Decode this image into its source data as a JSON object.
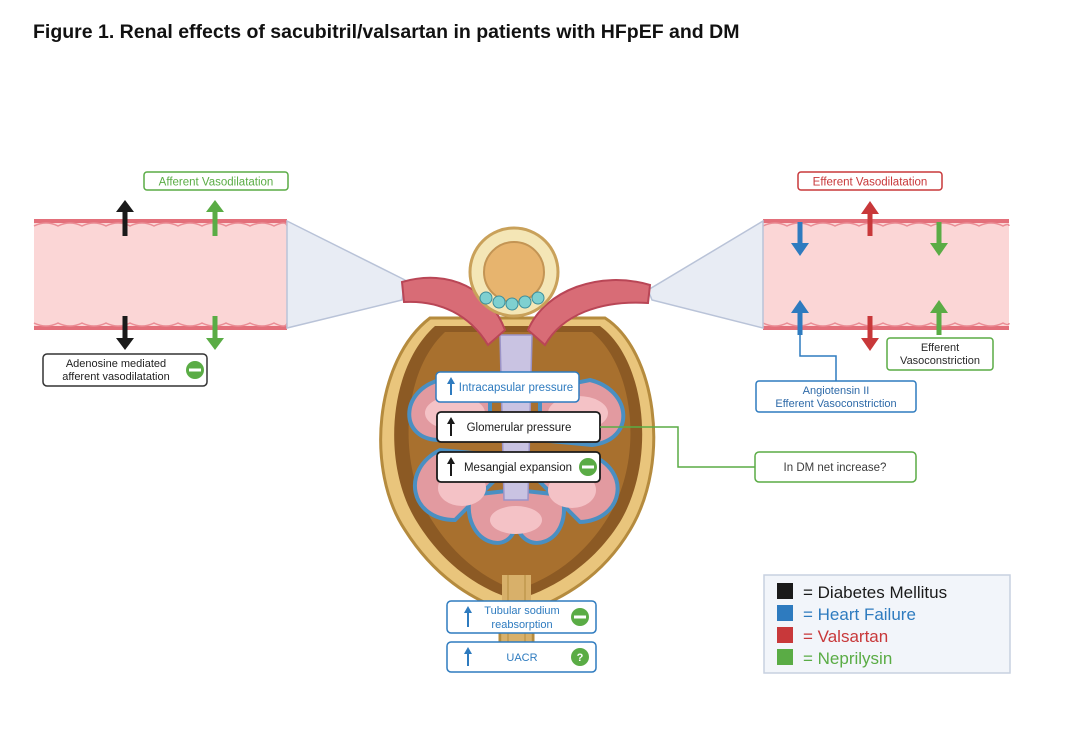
{
  "title": "Figure 1. Renal effects of sacubitril/valsartan in patients with HFpEF and DM",
  "labels": {
    "afferent_vasodilatation": "Afferent Vasodilatation",
    "efferent_vasodilatation": "Efferent Vasodilatation",
    "adenosine_line1": "Adenosine mediated",
    "adenosine_line2": "afferent vasodilatation",
    "efferent_vaso_line1": "Efferent",
    "efferent_vaso_line2": "Vasoconstriction",
    "angiotensin_line1": "Angiotensin II",
    "angiotensin_line2": "Efferent Vasoconstriction",
    "intracapsular": "Intracapsular pressure",
    "glomerular": "Glomerular pressure",
    "mesangial": "Mesangial expansion",
    "dm_net": "In DM net increase?",
    "tubular_line1": "Tubular sodium",
    "tubular_line2": "reabsorption",
    "uacr": "UACR",
    "question_mark": "?"
  },
  "legend": [
    {
      "label": "= Diabetes Mellitus",
      "color": "#1a1a1a"
    },
    {
      "label": "= Heart Failure",
      "color": "#2e7bbf"
    },
    {
      "label": "= Valsartan",
      "color": "#c8383a"
    },
    {
      "label": "= Neprilysin",
      "color": "#5aac45"
    }
  ],
  "colors": {
    "dm": "#1a1a1a",
    "hf": "#2e7bbf",
    "valsartan": "#c8383a",
    "neprilysin": "#5aac45",
    "vessel_fill": "#fbd6d6",
    "vessel_wall": "#e36f7a",
    "capsule": "#c9a15a"
  }
}
